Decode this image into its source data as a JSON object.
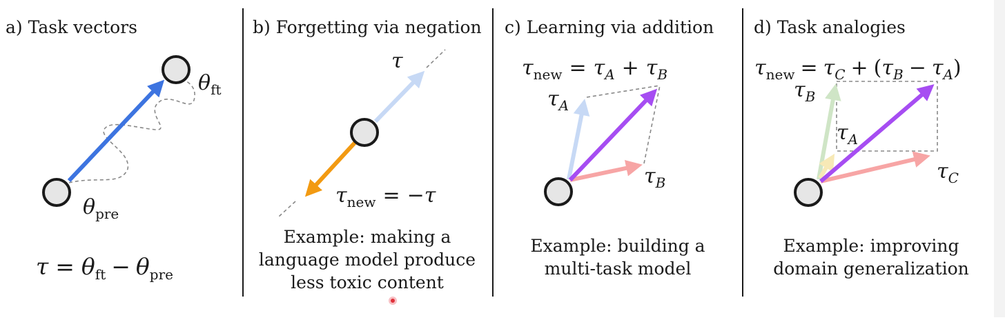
{
  "colors": {
    "blue": "#3d74e0",
    "light_blue": "#c7d9f5",
    "orange": "#f29a12",
    "purple": "#a64df2",
    "pink": "#f7a5a5",
    "light_green": "#cfe5c6",
    "yellow": "#f7e9b6",
    "cursor_dot": "#e0303a"
  },
  "panels": [
    {
      "title": "a) Task vectors",
      "labels": {
        "theta": "θ",
        "ft": "ft",
        "pre": "pre"
      },
      "equation": {
        "lhs": "τ",
        "eq": "=",
        "theta1": "θ",
        "sub1": "ft",
        "minus": "−",
        "theta2": "θ",
        "sub2": "pre"
      }
    },
    {
      "title": "b) Forgetting via negation",
      "labels": {
        "tau": "τ"
      },
      "equation": {
        "tau": "τ",
        "sub": "new",
        "eq": "=",
        "rhs": "−τ"
      },
      "caption": [
        "Example: making a",
        "language model produce",
        "less toxic content"
      ]
    },
    {
      "title": "c) Learning via addition",
      "equation": {
        "tau": "τ",
        "sub": "new",
        "eq": "=",
        "t1": "τ",
        "s1": "A",
        "plus": "+",
        "t2": "τ",
        "s2": "B"
      },
      "labels": {
        "tau_a": "τ",
        "a": "A",
        "tau_b": "τ",
        "b": "B"
      },
      "caption": [
        "Example: building a",
        "multi-task model"
      ]
    },
    {
      "title": "d) Task analogies",
      "equation": {
        "tau": "τ",
        "sub": "new",
        "eq": "=",
        "t1": "τ",
        "s1": "C",
        "plus": "+",
        "lp": "(",
        "t2": "τ",
        "s2": "B",
        "minus": "−",
        "t3": "τ",
        "s3": "A",
        "rp": ")"
      },
      "labels": {
        "tau_b": "τ",
        "b": "B",
        "tau_a": "τ",
        "a": "A",
        "tau_c": "τ",
        "c": "C"
      },
      "caption": [
        "Example: improving",
        "domain generalization"
      ]
    }
  ]
}
